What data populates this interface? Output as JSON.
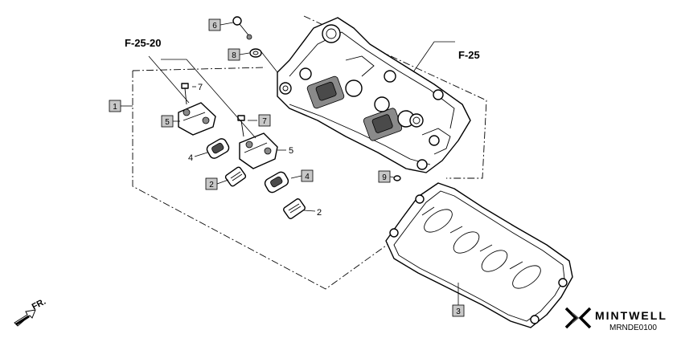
{
  "colors": {
    "line": "#000000",
    "callout_fill": "#c8c8c8",
    "part_shade": "#4a4a4a",
    "background": "#ffffff"
  },
  "callouts": {
    "c1": "1",
    "c2a": "2",
    "c2b": "2",
    "c3": "3",
    "c4a": "4",
    "c4b": "4",
    "c5a": "5",
    "c5b": "5",
    "c6": "6",
    "c7a": "7",
    "c7b": "7",
    "c8": "8",
    "c9": "9"
  },
  "references": {
    "f25_20": "F-25-20",
    "f25": "F-25"
  },
  "direction": {
    "label": "FR.",
    "icon": "front-arrow-icon"
  },
  "watermark": {
    "brand": "MINTWELL",
    "code": "MRNDE0100",
    "icon": "mintwell-logo-icon"
  }
}
